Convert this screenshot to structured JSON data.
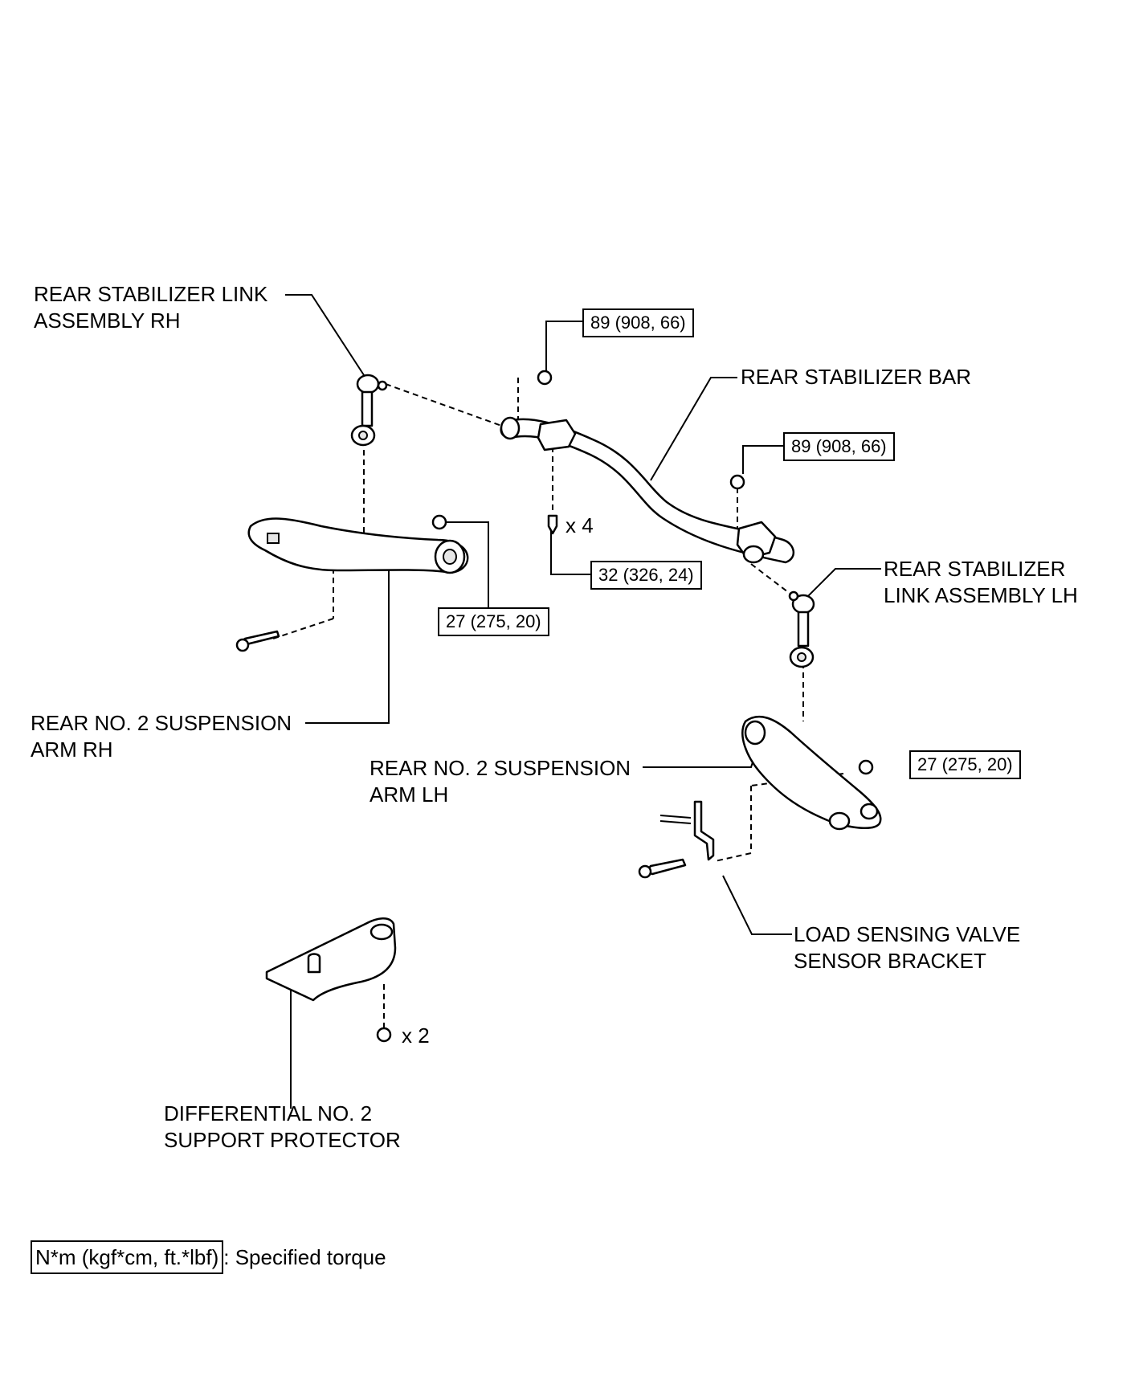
{
  "labels": {
    "stab_link_rh": [
      "REAR STABILIZER LINK",
      "ASSEMBLY RH"
    ],
    "stab_bar": "REAR STABILIZER BAR",
    "stab_link_lh": [
      "REAR STABILIZER",
      "LINK ASSEMBLY LH"
    ],
    "susp_arm_rh": [
      "REAR NO. 2 SUSPENSION",
      "ARM RH"
    ],
    "susp_arm_lh": [
      "REAR NO. 2 SUSPENSION",
      "ARM LH"
    ],
    "load_sensing": [
      "LOAD SENSING VALVE",
      "SENSOR BRACKET"
    ],
    "diff_protector": [
      "DIFFERENTIAL NO. 2",
      "SUPPORT PROTECTOR"
    ]
  },
  "torques": {
    "link_rh_nut": "89 (908, 66)",
    "link_lh_nut": "89 (908, 66)",
    "bracket_bolt": "32 (326, 24)",
    "arm_rh_nut": "27 (275, 20)",
    "arm_lh_nut": "27 (275, 20)"
  },
  "quantities": {
    "bracket_bolts": "x 4",
    "protector_nuts": "x 2"
  },
  "legend": {
    "box": "N*m (kgf*cm, ft.*lbf)",
    "text": ": Specified torque"
  }
}
